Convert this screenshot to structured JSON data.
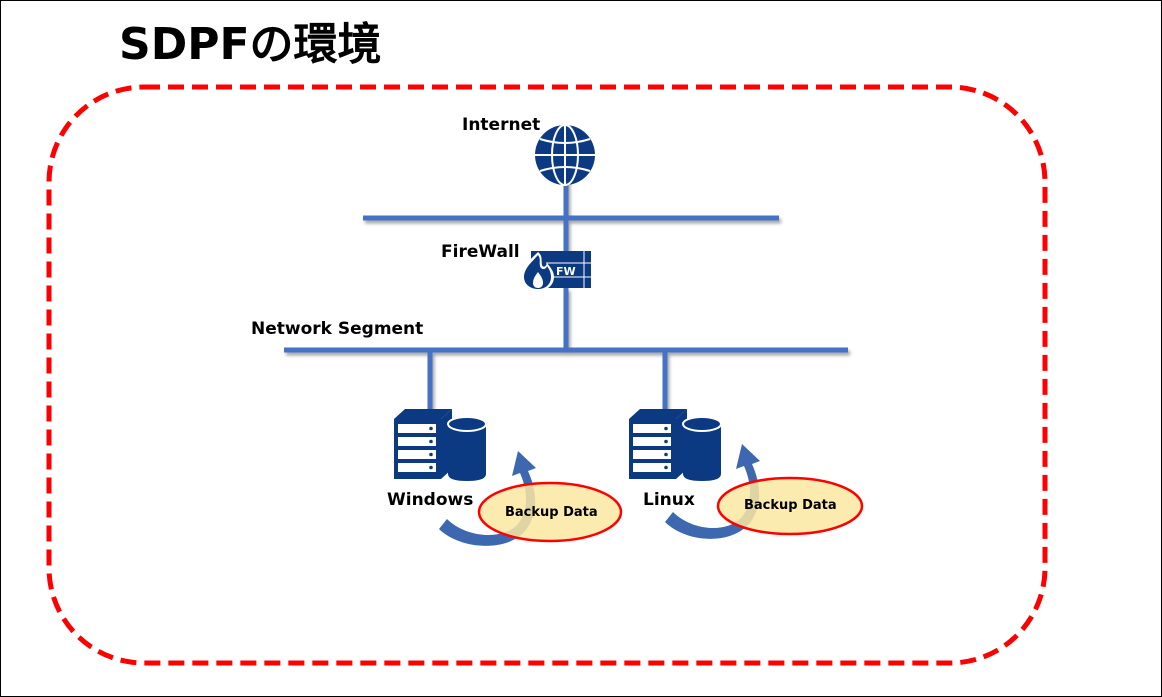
{
  "title": "SDPFの環境",
  "colors": {
    "boundary": "#ff0000",
    "network_line": "#4472c4",
    "icon_fill": "#0b3a82",
    "arrow": "#3d68b0",
    "backup_fill": "#fbe7a1",
    "backup_stroke": "#ff0000"
  },
  "nodes": {
    "internet": {
      "label": "Internet",
      "icon": "globe-icon"
    },
    "firewall": {
      "label": "FireWall",
      "icon": "firewall-icon",
      "badge": "FW"
    },
    "segment": {
      "label": "Network Segment"
    },
    "servers": [
      {
        "label": "Windows",
        "icon": "server-with-database-icon",
        "backup_label": "Backup Data"
      },
      {
        "label": "Linux",
        "icon": "server-with-database-icon",
        "backup_label": "Backup Data"
      }
    ]
  }
}
